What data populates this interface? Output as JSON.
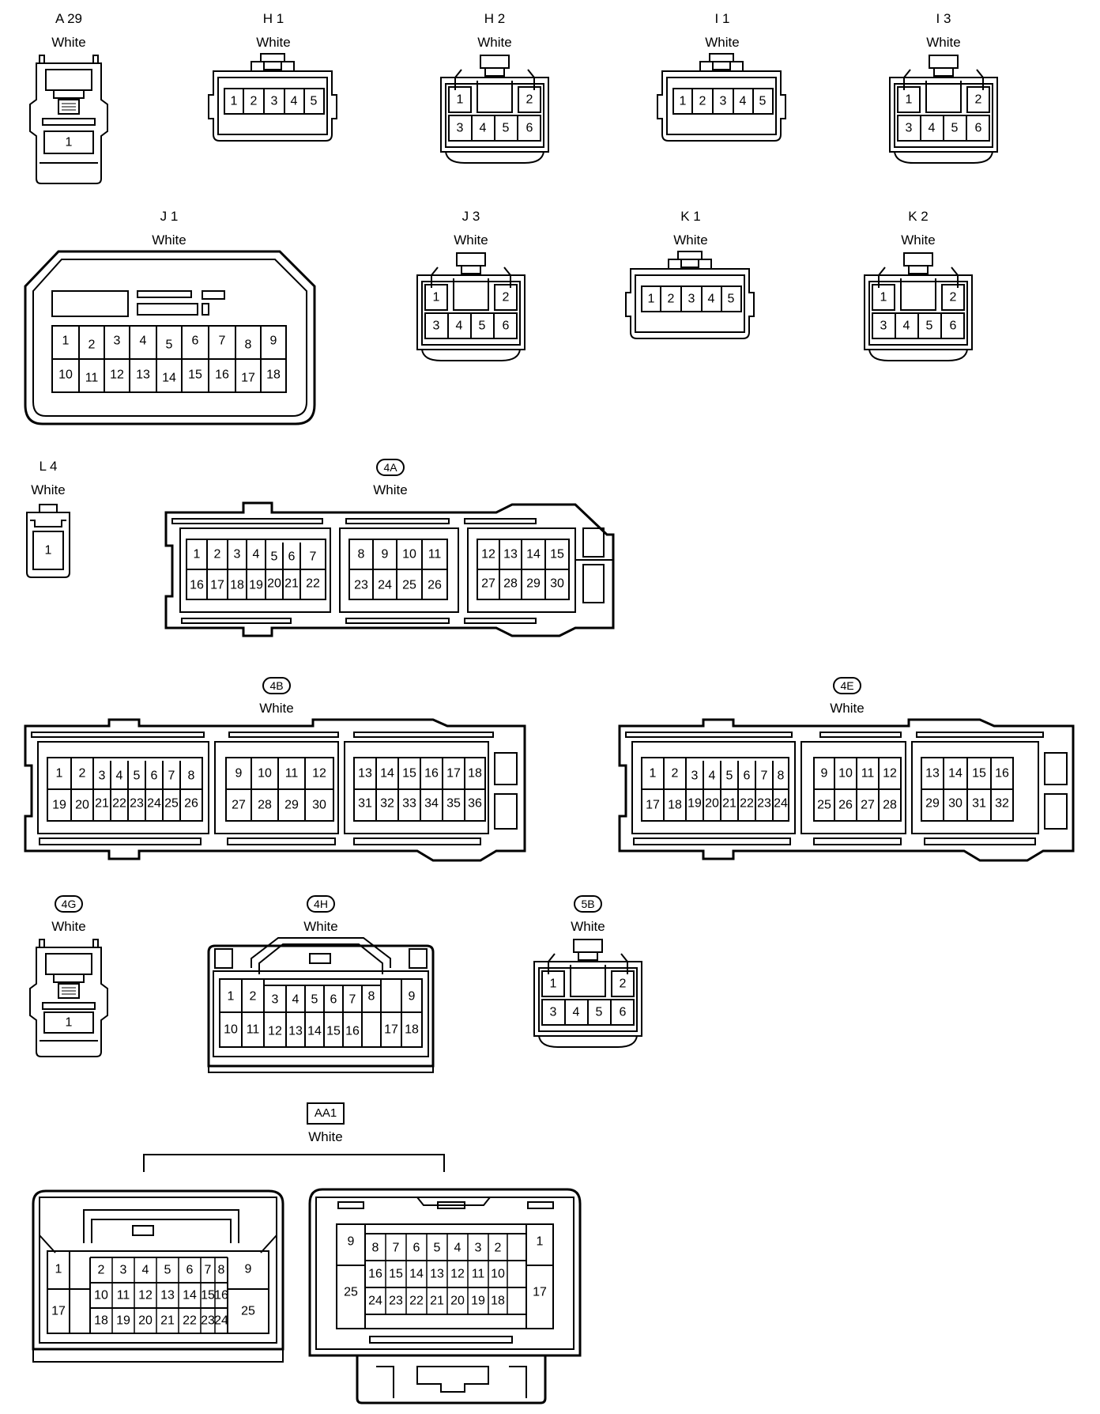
{
  "connectors": {
    "A29": {
      "code": "A 29",
      "color": "White",
      "pins": [
        "1"
      ]
    },
    "H1": {
      "code": "H 1",
      "color": "White",
      "pins": [
        "1",
        "2",
        "3",
        "4",
        "5"
      ]
    },
    "H2": {
      "code": "H 2",
      "color": "White",
      "pins": [
        "1",
        "2",
        "3",
        "4",
        "5",
        "6"
      ]
    },
    "I1": {
      "code": "I 1",
      "color": "White",
      "pins": [
        "1",
        "2",
        "3",
        "4",
        "5"
      ]
    },
    "I3": {
      "code": "I 3",
      "color": "White",
      "pins": [
        "1",
        "2",
        "3",
        "4",
        "5",
        "6"
      ]
    },
    "J1": {
      "code": "J 1",
      "color": "White",
      "pins": [
        "1",
        "2",
        "3",
        "4",
        "5",
        "6",
        "7",
        "8",
        "9",
        "10",
        "11",
        "12",
        "13",
        "14",
        "15",
        "16",
        "17",
        "18"
      ]
    },
    "J3": {
      "code": "J 3",
      "color": "White",
      "pins": [
        "1",
        "2",
        "3",
        "4",
        "5",
        "6"
      ]
    },
    "K1": {
      "code": "K 1",
      "color": "White",
      "pins": [
        "1",
        "2",
        "3",
        "4",
        "5"
      ]
    },
    "K2": {
      "code": "K 2",
      "color": "White",
      "pins": [
        "1",
        "2",
        "3",
        "4",
        "5",
        "6"
      ]
    },
    "L4": {
      "code": "L 4",
      "color": "White",
      "pins": [
        "1"
      ]
    },
    "4A": {
      "code": "4A",
      "color": "White",
      "pins": [
        "1",
        "2",
        "3",
        "4",
        "5",
        "6",
        "7",
        "8",
        "9",
        "10",
        "11",
        "12",
        "13",
        "14",
        "15",
        "16",
        "17",
        "18",
        "19",
        "20",
        "21",
        "22",
        "23",
        "24",
        "25",
        "26",
        "27",
        "28",
        "29",
        "30"
      ]
    },
    "4B": {
      "code": "4B",
      "color": "White",
      "pins": [
        "1",
        "2",
        "3",
        "4",
        "5",
        "6",
        "7",
        "8",
        "9",
        "10",
        "11",
        "12",
        "13",
        "14",
        "15",
        "16",
        "17",
        "18",
        "19",
        "20",
        "21",
        "22",
        "23",
        "24",
        "25",
        "26",
        "27",
        "28",
        "29",
        "30",
        "31",
        "32",
        "33",
        "34",
        "35",
        "36"
      ]
    },
    "4E": {
      "code": "4E",
      "color": "White",
      "pins": [
        "1",
        "2",
        "3",
        "4",
        "5",
        "6",
        "7",
        "8",
        "9",
        "10",
        "11",
        "12",
        "13",
        "14",
        "15",
        "16",
        "17",
        "18",
        "19",
        "20",
        "21",
        "22",
        "23",
        "24",
        "25",
        "26",
        "27",
        "28",
        "29",
        "30",
        "31",
        "32"
      ]
    },
    "4G": {
      "code": "4G",
      "color": "White",
      "pins": [
        "1"
      ]
    },
    "4H": {
      "code": "4H",
      "color": "White",
      "pins": [
        "1",
        "2",
        "3",
        "4",
        "5",
        "6",
        "7",
        "8",
        "9",
        "10",
        "11",
        "12",
        "13",
        "14",
        "15",
        "16",
        "17",
        "18"
      ]
    },
    "5B": {
      "code": "5B",
      "color": "White",
      "pins": [
        "1",
        "2",
        "3",
        "4",
        "5",
        "6"
      ]
    },
    "AA1": {
      "code": "AA1",
      "color": "White",
      "left_pins": [
        "1",
        "2",
        "3",
        "4",
        "5",
        "6",
        "7",
        "8",
        "9",
        "10",
        "11",
        "12",
        "13",
        "14",
        "15",
        "16",
        "17",
        "18",
        "19",
        "20",
        "21",
        "22",
        "23",
        "24",
        "25"
      ],
      "right_pins": [
        "9",
        "8",
        "7",
        "6",
        "5",
        "4",
        "3",
        "2",
        "1",
        "25",
        "16",
        "15",
        "14",
        "13",
        "12",
        "11",
        "10",
        "17",
        "24",
        "23",
        "22",
        "21",
        "20",
        "19",
        "18"
      ]
    }
  }
}
